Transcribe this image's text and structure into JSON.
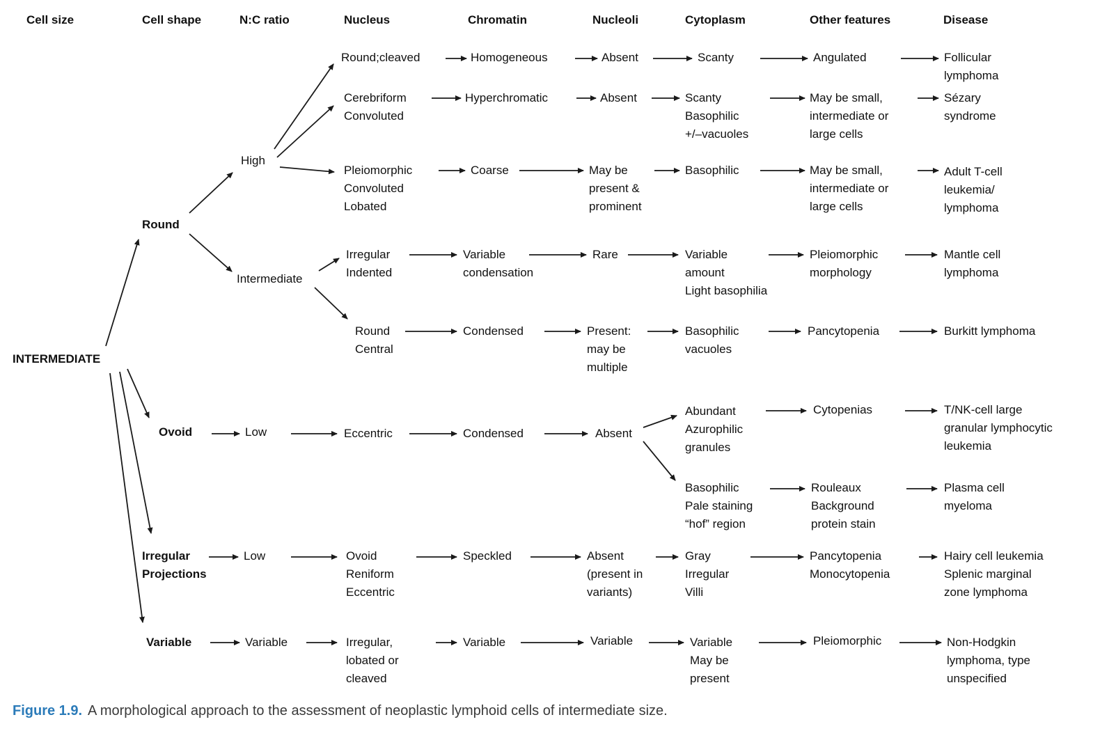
{
  "accent_color": "#2b7bb9",
  "headers": [
    "Cell size",
    "Cell shape",
    "N:C ratio",
    "Nucleus",
    "Chromatin",
    "Nucleoli",
    "Cytoplasm",
    "Other features",
    "Disease"
  ],
  "root": "INTERMEDIATE",
  "shapes": {
    "round": "Round",
    "ovoid": "Ovoid",
    "irregular": "Irregular\nProjections",
    "variable": "Variable"
  },
  "nc_ratios": {
    "high": "High",
    "intermediate": "Intermediate",
    "ovoid_low": "Low",
    "irregular_low": "Low",
    "variable": "Variable"
  },
  "ovoid_shared": {
    "nucleus": "Eccentric",
    "chromatin": "Condensed",
    "nucleoli": "Absent"
  },
  "rows": [
    {
      "nucleus": "Round;cleaved",
      "chromatin": "Homogeneous",
      "nucleoli": "Absent",
      "cytoplasm": "Scanty",
      "other": "Angulated",
      "disease": "Follicular\nlymphoma"
    },
    {
      "nucleus": "Cerebriform\nConvoluted",
      "chromatin": "Hyperchromatic",
      "nucleoli": "Absent",
      "cytoplasm": "Scanty\nBasophilic\n+/–vacuoles",
      "other": "May be small,\nintermediate or\nlarge cells",
      "disease": "Sézary\nsyndrome"
    },
    {
      "nucleus": "Pleiomorphic\nConvoluted\nLobated",
      "chromatin": "Coarse",
      "nucleoli": "May be\npresent &\nprominent",
      "cytoplasm": "Basophilic",
      "other": "May be small,\nintermediate or\nlarge cells",
      "disease": "Adult T-cell\nleukemia/\nlymphoma"
    },
    {
      "nucleus": "Irregular\nIndented",
      "chromatin": "Variable\ncondensation",
      "nucleoli": "Rare",
      "cytoplasm": "Variable\namount\nLight basophilia",
      "other": "Pleiomorphic\nmorphology",
      "disease": "Mantle cell\nlymphoma"
    },
    {
      "nucleus": "Round\nCentral",
      "chromatin": "Condensed",
      "nucleoli": "Present:\nmay be\nmultiple",
      "cytoplasm": "Basophilic\nvacuoles",
      "other": "Pancytopenia",
      "disease": "Burkitt lymphoma"
    },
    {
      "cytoplasm": "Abundant\nAzurophilic\ngranules",
      "other": "Cytopenias",
      "disease": "T/NK-cell large\ngranular lymphocytic\nleukemia"
    },
    {
      "cytoplasm": "Basophilic\nPale staining\n“hof” region",
      "other": "Rouleaux\nBackground\nprotein stain",
      "disease": "Plasma cell\nmyeloma"
    },
    {
      "nucleus": "Ovoid\nReniform\nEccentric",
      "chromatin": "Speckled",
      "nucleoli": "Absent\n(present in\nvariants)",
      "cytoplasm": "Gray\nIrregular\nVilli",
      "other": "Pancytopenia\nMonocytopenia",
      "disease": "Hairy cell leukemia\nSplenic marginal\nzone lymphoma"
    },
    {
      "nucleus": "Irregular,\nlobated or\ncleaved",
      "chromatin": "Variable",
      "nucleoli": "Variable",
      "cytoplasm": "Variable\nMay be\npresent",
      "other": "Pleiomorphic",
      "disease": "Non-Hodgkin\nlymphoma, type\nunspecified"
    }
  ],
  "caption": {
    "label": "Figure 1.9.",
    "text": "A morphological approach to the assessment of neoplastic lymphoid cells of intermediate size."
  }
}
